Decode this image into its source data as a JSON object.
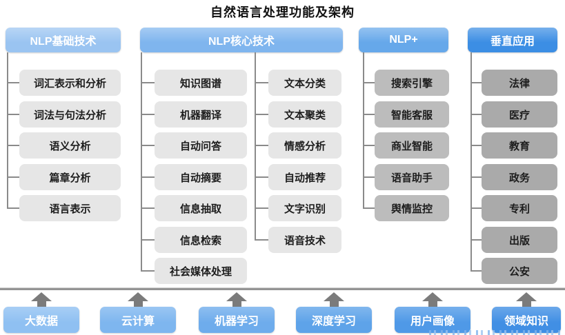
{
  "title": "自然语言处理功能及架构",
  "diagram": {
    "connector_color": "#8A8A8A",
    "arrow_color": "#7B7B7B",
    "columns": [
      {
        "header": "NLP基础技术",
        "header_color": "#9AC4F1",
        "item_color": "#E6E6E6",
        "items": [
          "词汇表示和分析",
          "词法与句法分析",
          "语义分析",
          "篇章分析",
          "语言表示"
        ]
      },
      {
        "header": "NLP核心技术",
        "header_color": "#7FB5EE",
        "item_color": "#E6E6E6",
        "sub_columns": [
          [
            "知识图谱",
            "机器翻译",
            "自动问答",
            "自动摘要",
            "信息抽取",
            "信息检索",
            "社会媒体处理"
          ],
          [
            "文本分类",
            "文本聚类",
            "情感分析",
            "自动推荐",
            "文字识别",
            "语音技术"
          ]
        ]
      },
      {
        "header": "NLP+",
        "header_color": "#66A8EA",
        "item_color": "#BCBCBC",
        "items": [
          "搜索引擎",
          "智能客服",
          "商业智能",
          "语音助手",
          "舆情监控"
        ]
      },
      {
        "header": "垂直应用",
        "header_color": "#3C8EE4",
        "item_color": "#AAAAAA",
        "items": [
          "法律",
          "医疗",
          "教育",
          "政务",
          "专利",
          "出版",
          "公安"
        ]
      }
    ],
    "foundation": [
      {
        "label": "大数据",
        "color": "#8FC0F2"
      },
      {
        "label": "云计算",
        "color": "#7EB6EF"
      },
      {
        "label": "机器学习",
        "color": "#6EACEC"
      },
      {
        "label": "深度学习",
        "color": "#5EA3E9"
      },
      {
        "label": "用户画像",
        "color": "#4F99E7"
      },
      {
        "label": "领域知识",
        "color": "#418FE4"
      }
    ]
  }
}
